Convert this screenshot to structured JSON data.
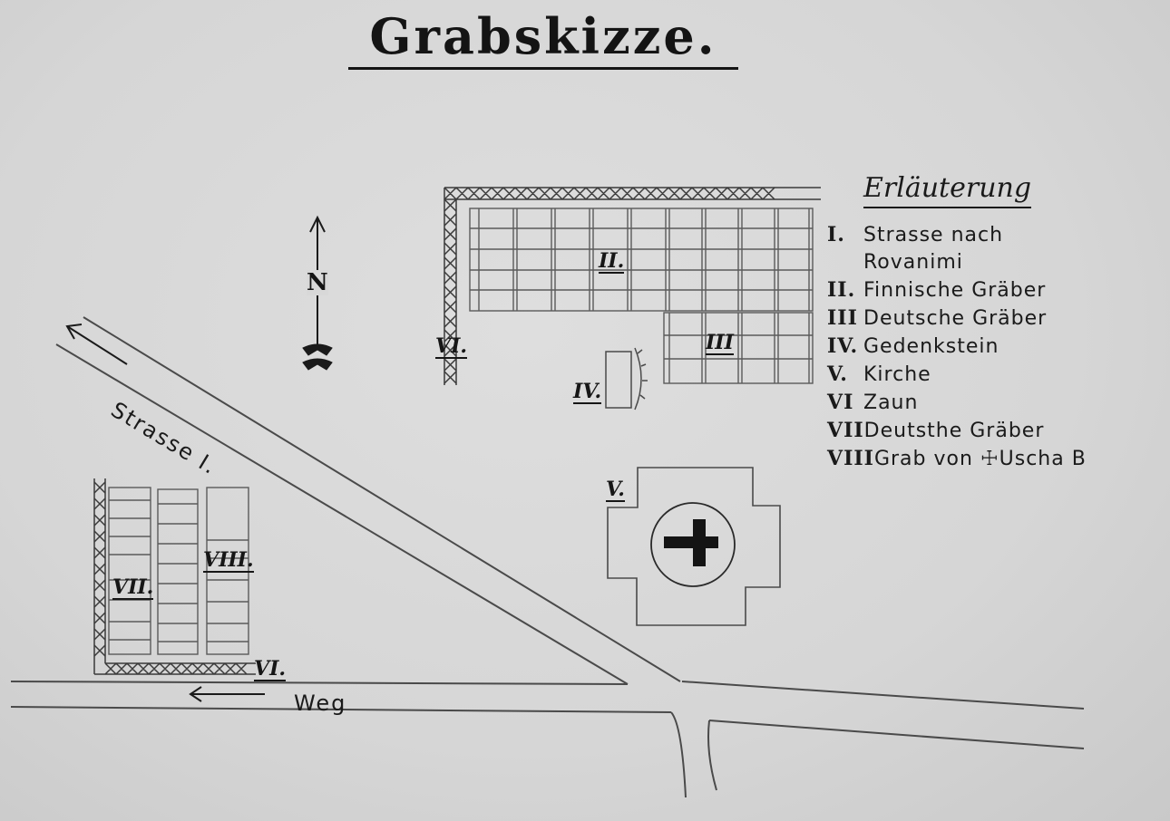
{
  "title": "Grabskizze.",
  "legend": {
    "heading": "Erläuterung",
    "items": [
      {
        "num": "I.",
        "text": "Strasse nach"
      },
      {
        "num": "",
        "text": "Rovanimi"
      },
      {
        "num": "II.",
        "text": "Finnische Gräber"
      },
      {
        "num": "III",
        "text": "Deutsche Gräber"
      },
      {
        "num": "IV.",
        "text": "Gedenkstein"
      },
      {
        "num": "V.",
        "text": "Kirche"
      },
      {
        "num": "VI",
        "text": "Zaun"
      },
      {
        "num": "VII",
        "text": "Deutsthe Gräber"
      },
      {
        "num": "VIII",
        "text": "Grab von ☩Uscha B"
      }
    ]
  },
  "labels": {
    "north": "N",
    "road_1": "Strasse I.",
    "road_weg": "Weg",
    "area_2": "II.",
    "area_3": "III",
    "area_4": "IV.",
    "area_5": "V.",
    "area_6_top": "VI.",
    "area_6_bottom": "VI.",
    "area_7": "VII.",
    "area_8": "VIII."
  },
  "colors": {
    "paper": "#d9d9d9",
    "ink": "#1a1a1a",
    "pencil": "#4a4a4a"
  }
}
